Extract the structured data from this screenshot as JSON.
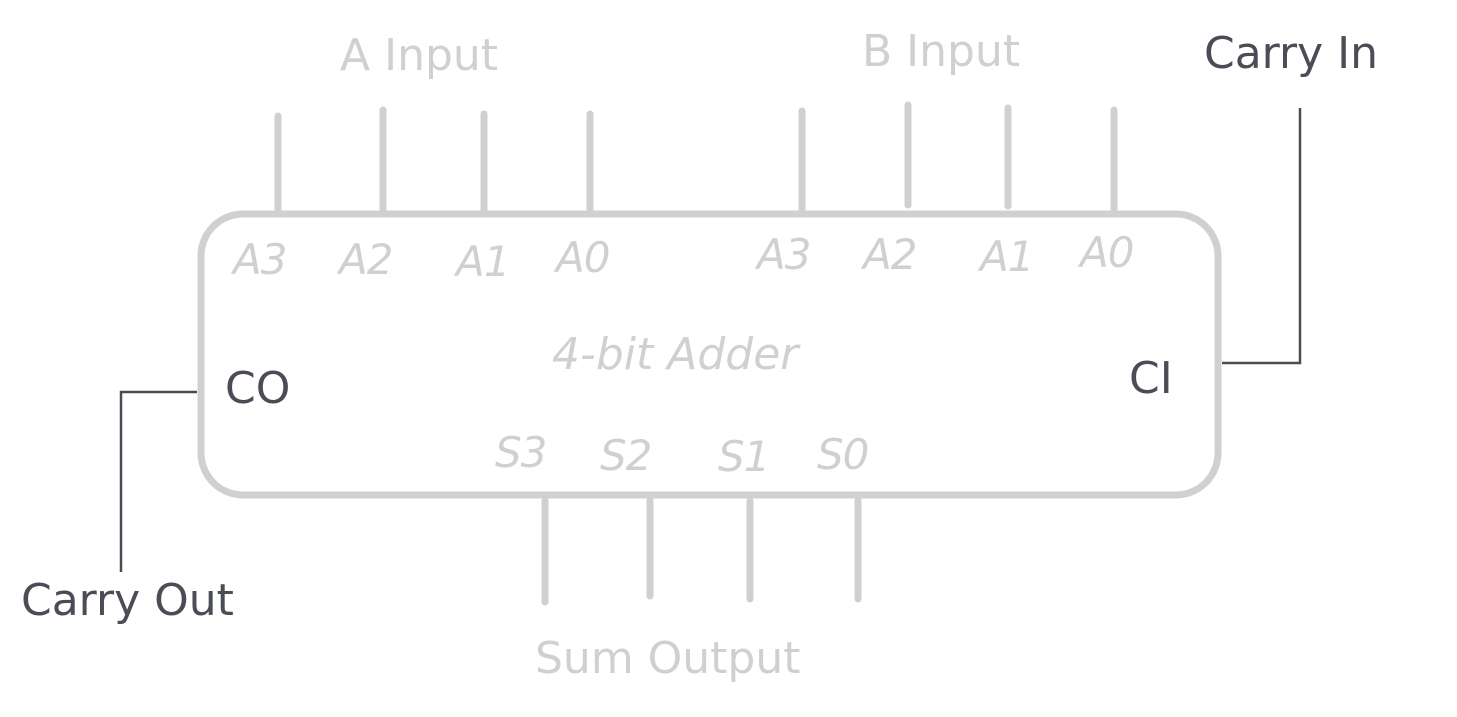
{
  "diagram": {
    "component_title": "4-bit Adder",
    "a_group": {
      "title": "A Input",
      "pins": [
        "A3",
        "A2",
        "A1",
        "A0"
      ]
    },
    "b_group": {
      "title": "B Input",
      "pins": [
        "A3",
        "A2",
        "A1",
        "A0"
      ]
    },
    "sum_group": {
      "title": "Sum Output",
      "pins": [
        "S3",
        "S2",
        "S1",
        "S0"
      ]
    },
    "carry_in": {
      "pin": "CI",
      "label": "Carry In"
    },
    "carry_out": {
      "pin": "CO",
      "label": "Carry Out"
    }
  },
  "colors": {
    "faint": "#d0d0d0",
    "dark": "#4a4d55",
    "background": "#ffffff"
  }
}
